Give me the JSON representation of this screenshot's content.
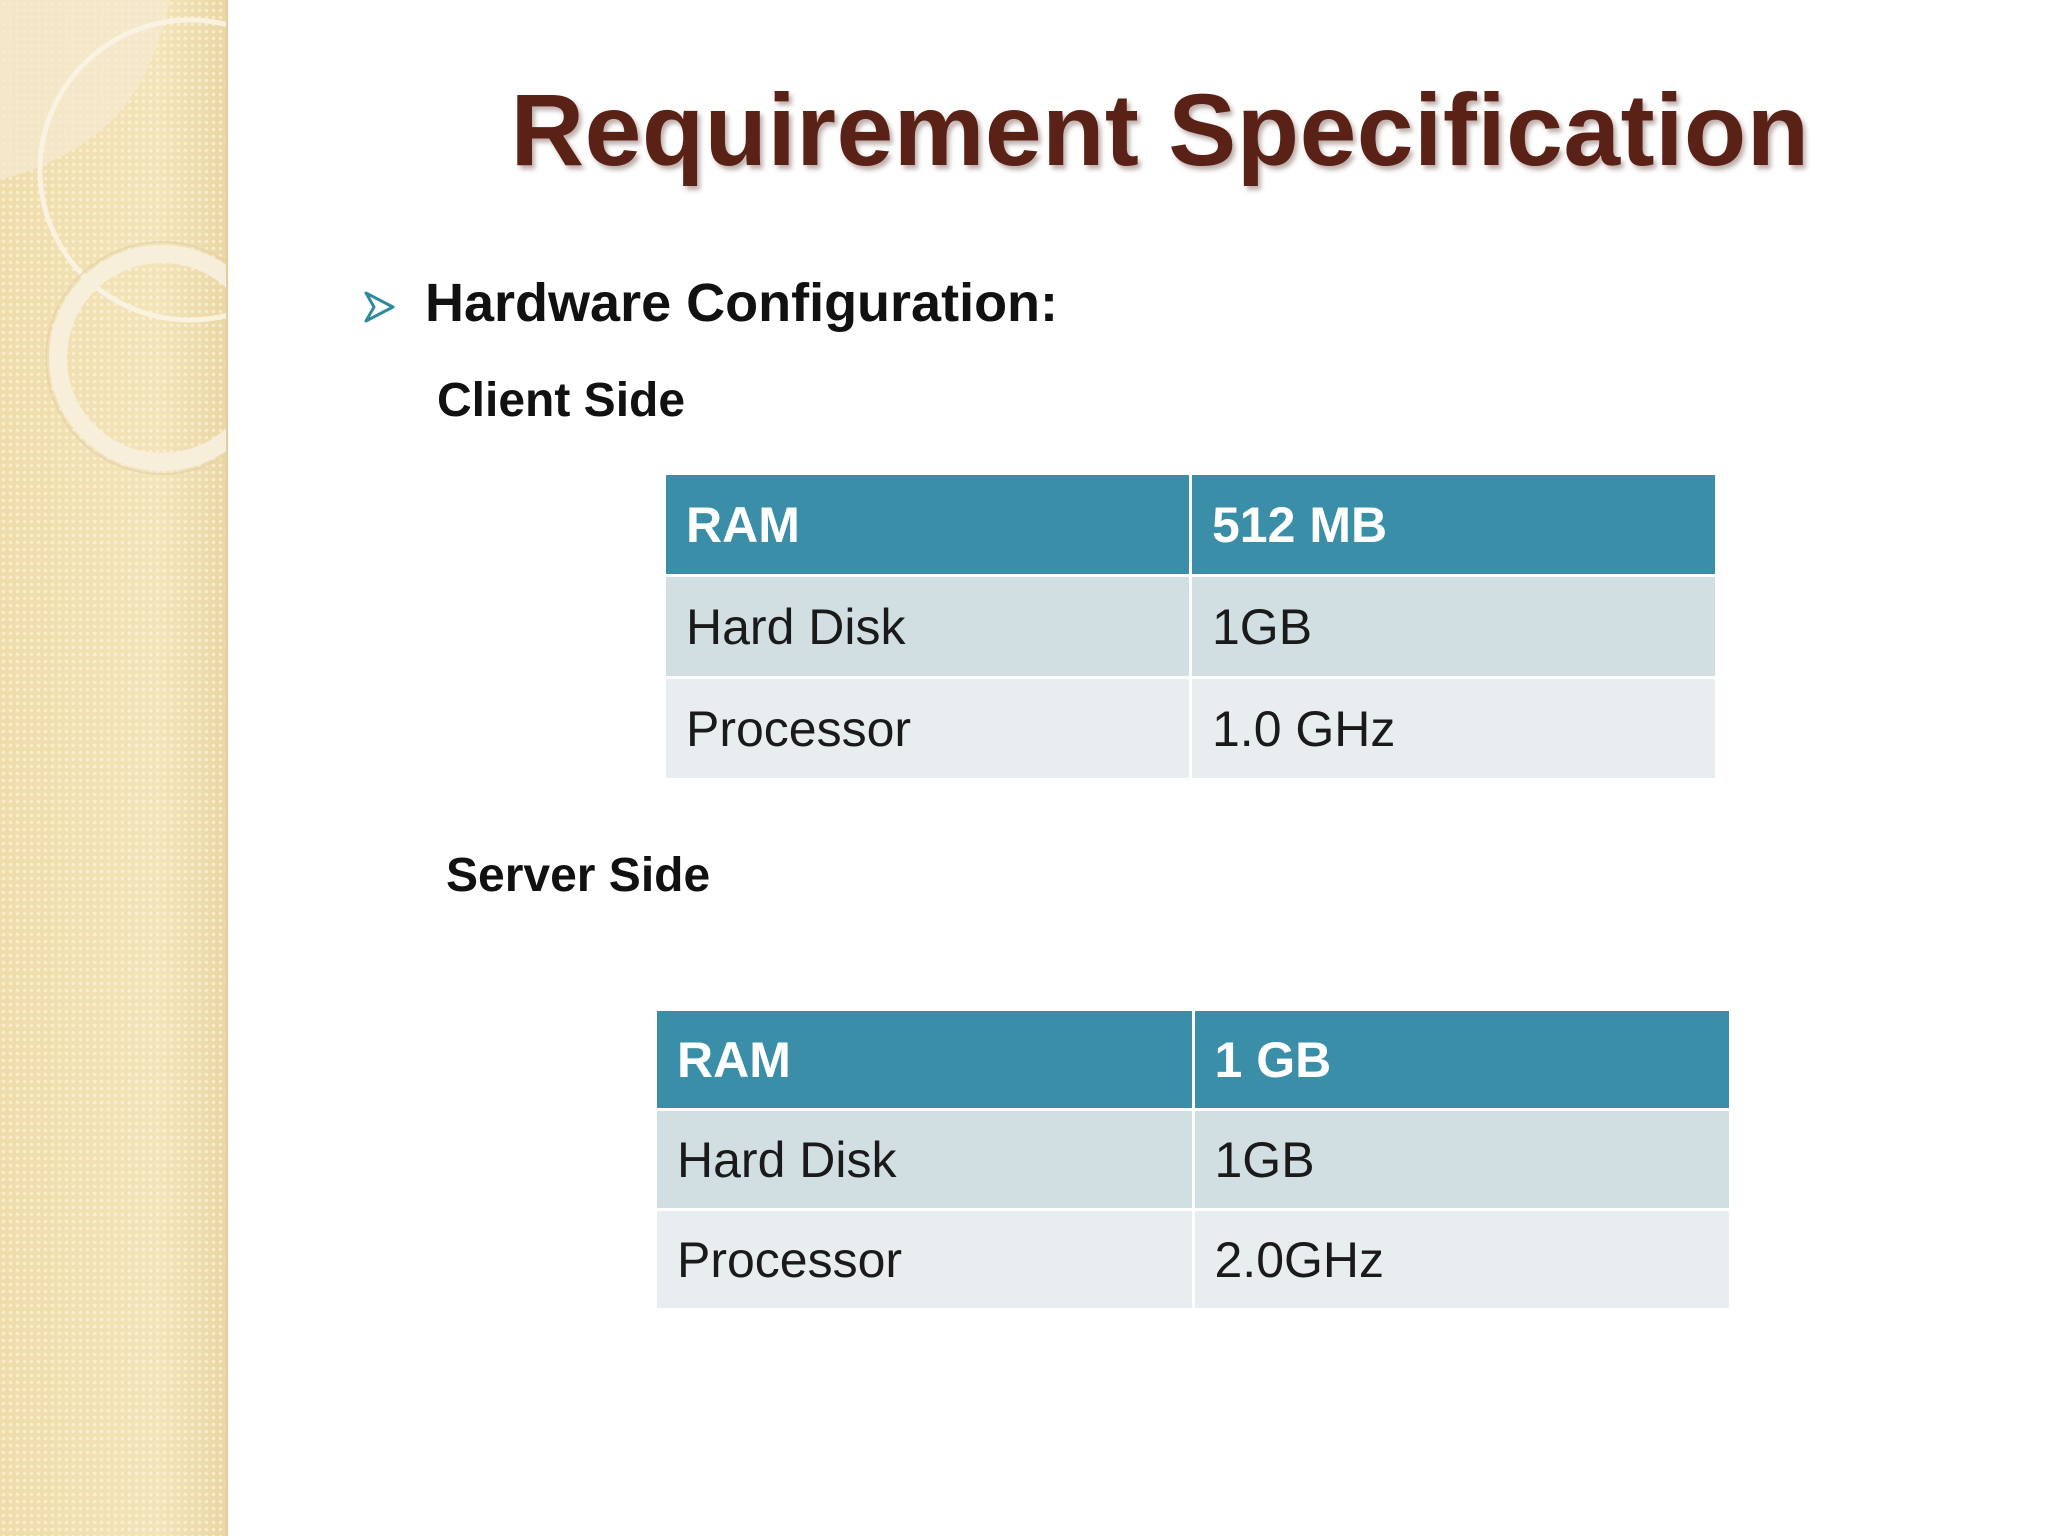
{
  "slide": {
    "title": "Requirement Specification",
    "bullet_icon": "arrow-bullet-icon",
    "heading": "Hardware Configuration:",
    "client": {
      "label": "Client Side",
      "header": [
        "RAM",
        "512 MB"
      ],
      "rows": [
        [
          "Hard Disk",
          "1GB"
        ],
        [
          "Processor",
          "1.0 GHz"
        ]
      ]
    },
    "server": {
      "label": "Server Side",
      "header": [
        "RAM",
        "1 GB"
      ],
      "rows": [
        [
          "Hard Disk",
          "1GB"
        ],
        [
          "Processor",
          "2.0GHz"
        ]
      ]
    }
  },
  "colors": {
    "title": "#5a2216",
    "table_header": "#3a8ea8",
    "table_row_odd": "#d1dfe3",
    "table_row_even": "#e8eef0",
    "sidebar": "#f1e0b0",
    "bullet": "#2f8a9e"
  }
}
